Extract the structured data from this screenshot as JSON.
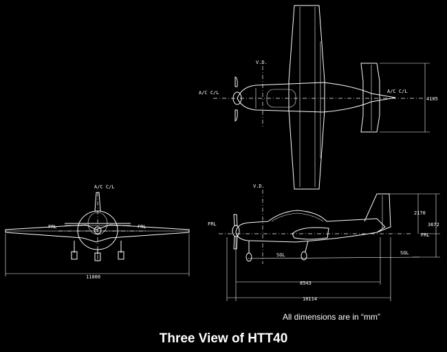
{
  "views": {
    "top": {
      "vd_label": "V.D.",
      "centerline_label": "A/C C/L",
      "span_dim": "4105"
    },
    "front": {
      "centerline_label": "A/C C/L",
      "frl_label": "FRL",
      "span_dim": "11000"
    },
    "side": {
      "vd_label": "V.D.",
      "frl_label": "FRL",
      "sgl_label": "SGL",
      "height_upper_dim": "2170",
      "height_total_dim": "3672",
      "length_inner_dim": "8543",
      "length_total_dim": "10114"
    }
  },
  "note": "All dimensions are in “mm”",
  "title": "Three View of HTT40"
}
